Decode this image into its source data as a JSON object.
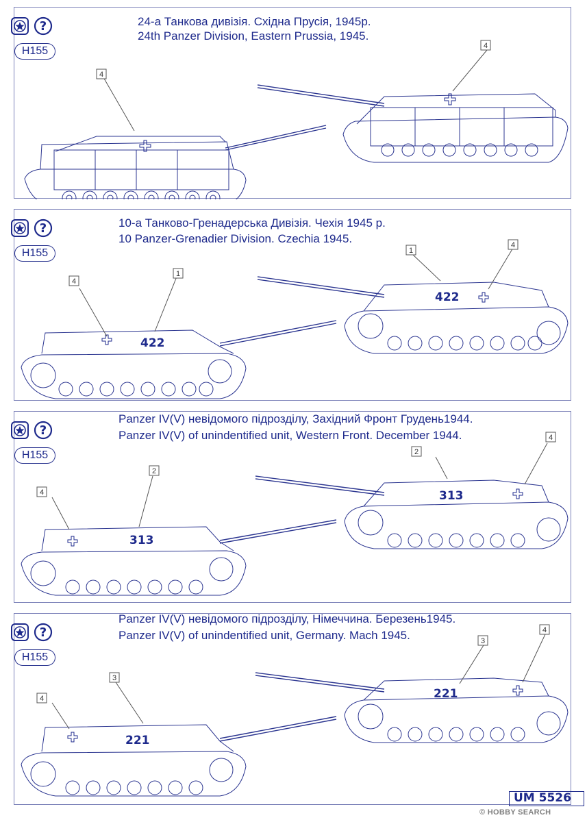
{
  "page": {
    "badge": "UM 5526",
    "watermark": "© HOBBY SEARCH"
  },
  "panels": [
    {
      "code": "H155",
      "title_ua": "24-а Танкова дивізія. Східна Прусія, 1945р.",
      "title_en": "24th Panzer Division, Eastern Prussia,  1945.",
      "left_callouts": [
        "4"
      ],
      "right_callouts": [
        "4"
      ],
      "hull_number": ""
    },
    {
      "code": "H155",
      "title_ua": "10-а Танково-Гренадерська Дивізія. Чехія 1945 р.",
      "title_en": "10 Panzer-Grenadier Division. Czechia 1945.",
      "left_callouts": [
        "4",
        "1"
      ],
      "right_callouts": [
        "1",
        "4"
      ],
      "hull_number": "422"
    },
    {
      "code": "H155",
      "title_ua": "Panzer IV(V) невідомого підрозділу, Західний Фронт  Грудень1944.",
      "title_en": "Panzer IV(V) of unindentified unit, Western Front. December 1944.",
      "left_callouts": [
        "4",
        "2"
      ],
      "right_callouts": [
        "2",
        "4"
      ],
      "hull_number": "313"
    },
    {
      "code": "H155",
      "title_ua": "Panzer IV(V) невідомого підрозділу, Німеччина. Березень1945.",
      "title_en": "Panzer IV(V) of unindentified unit, Germany. Mach 1945.",
      "left_callouts": [
        "4",
        "3"
      ],
      "right_callouts": [
        "3",
        "4"
      ],
      "hull_number": "221"
    }
  ]
}
